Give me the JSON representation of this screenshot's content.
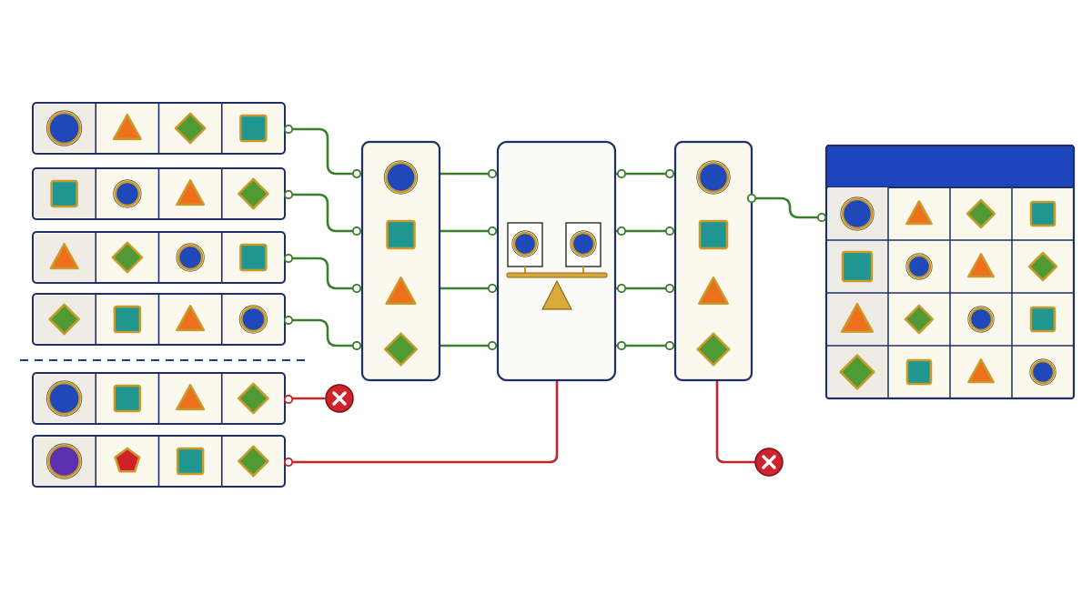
{
  "colors": {
    "background": "#ffffff",
    "panel_fill": "#fbf8ee",
    "panel_stroke": "#1f2f66",
    "row_first_cell_fill": "#eeece4",
    "wire_accept": "#3c7d2e",
    "wire_reject": "#c0262a",
    "shape_blue": "#1f48b8",
    "shape_orange": "#ee6f1c",
    "shape_green": "#4f9a35",
    "shape_teal": "#1f968f",
    "shape_purple": "#5a2fb0",
    "shape_red": "#d02029",
    "gold_outline": "#c99a2a",
    "header_blue": "#1f45bd",
    "reject_badge": "#d0222a",
    "divider": "#1f3a8a"
  },
  "input_rows": [
    {
      "shapes": [
        "circle-blue",
        "triangle-orange",
        "diamond-green",
        "square-teal"
      ],
      "status": "accepted"
    },
    {
      "shapes": [
        "square-teal",
        "circle-blue",
        "triangle-orange",
        "diamond-green"
      ],
      "status": "accepted"
    },
    {
      "shapes": [
        "triangle-orange",
        "diamond-green",
        "circle-blue",
        "square-teal"
      ],
      "status": "accepted"
    },
    {
      "shapes": [
        "diamond-green",
        "square-teal",
        "triangle-orange",
        "circle-blue"
      ],
      "status": "accepted"
    },
    {
      "shapes": [
        "circle-blue",
        "square-teal",
        "triangle-orange",
        "diamond-green"
      ],
      "status": "rejected"
    },
    {
      "shapes": [
        "circle-purple",
        "pentagon-red",
        "square-teal",
        "diamond-green"
      ],
      "status": "rejected-by-balance"
    }
  ],
  "normalize_column": {
    "shapes": [
      "circle-blue",
      "square-teal",
      "triangle-orange",
      "diamond-green"
    ]
  },
  "balance_panel": {
    "icon": "balance-scale-icon",
    "pans": [
      "circle-blue",
      "circle-blue"
    ]
  },
  "output_column": {
    "shapes": [
      "circle-blue",
      "square-teal",
      "triangle-orange",
      "diamond-green"
    ]
  },
  "result_table": {
    "header": "",
    "rows": [
      [
        "circle-blue",
        "triangle-orange",
        "diamond-green",
        "square-teal"
      ],
      [
        "square-teal",
        "circle-blue",
        "triangle-orange",
        "diamond-green"
      ],
      [
        "triangle-orange",
        "diamond-green",
        "circle-blue",
        "square-teal"
      ],
      [
        "diamond-green",
        "square-teal",
        "triangle-orange",
        "circle-blue"
      ]
    ]
  },
  "reject_badges": [
    "x-icon",
    "x-icon"
  ]
}
